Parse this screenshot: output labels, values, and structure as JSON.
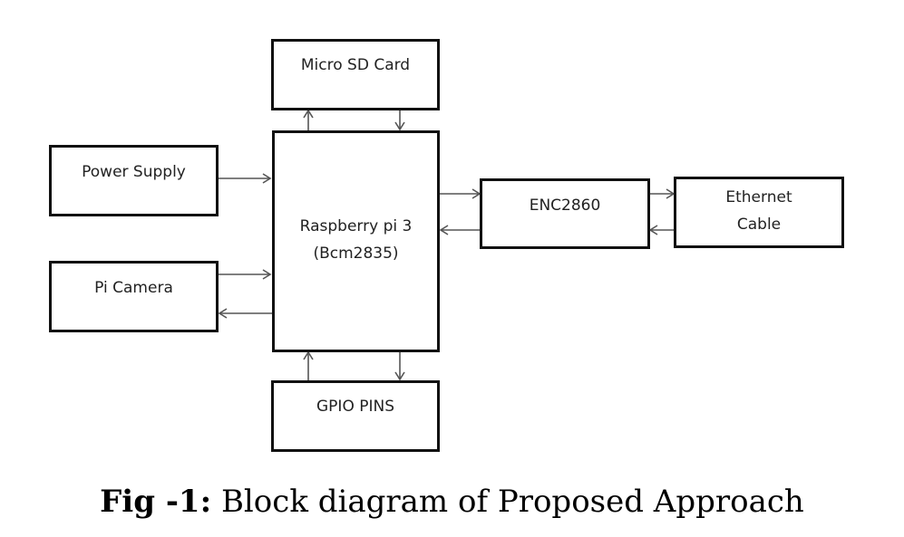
{
  "diagram": {
    "blocks": {
      "micro_sd_card": "Micro SD Card",
      "power_supply": "Power Supply",
      "raspberry_pi": [
        "Raspberry pi 3",
        "(Bcm2835)"
      ],
      "enc2860": "ENC2860",
      "ethernet_cable": [
        "Ethernet",
        "Cable"
      ],
      "pi_camera": "Pi Camera",
      "gpio_pins": "GPIO PINS"
    },
    "colors": {
      "block_border": "#111111",
      "arrow": "#555555",
      "text": "#222222"
    }
  },
  "caption": {
    "label": "Fig -1:",
    "text": " Block diagram of Proposed Approach"
  }
}
